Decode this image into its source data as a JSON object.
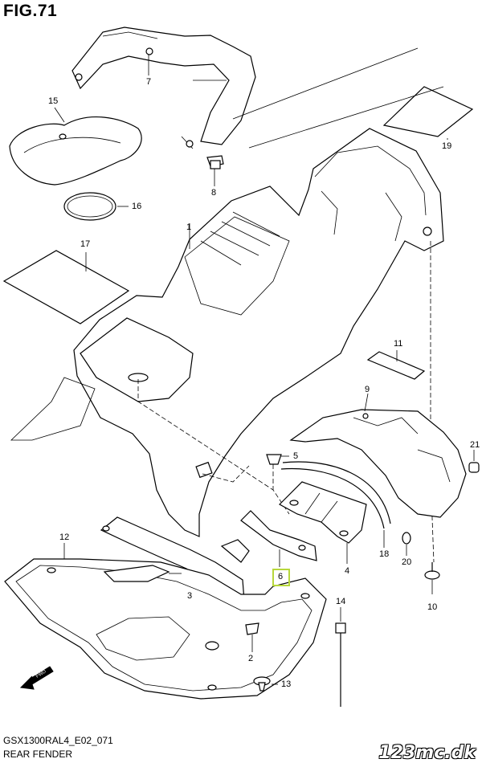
{
  "figure": {
    "title": "FIG.71",
    "model_code": "GSX1300RAL4_E02_071",
    "section_name": "REAR FENDER",
    "watermark": "123mc.dk",
    "highlight_color": "#b7d73b"
  },
  "callouts": [
    {
      "id": "1",
      "label": "1"
    },
    {
      "id": "2",
      "label": "2"
    },
    {
      "id": "3",
      "label": "3"
    },
    {
      "id": "4",
      "label": "4"
    },
    {
      "id": "5",
      "label": "5"
    },
    {
      "id": "6",
      "label": "6",
      "highlighted": true
    },
    {
      "id": "7",
      "label": "7"
    },
    {
      "id": "8",
      "label": "8"
    },
    {
      "id": "9",
      "label": "9"
    },
    {
      "id": "10",
      "label": "10"
    },
    {
      "id": "11",
      "label": "11"
    },
    {
      "id": "12",
      "label": "12"
    },
    {
      "id": "13",
      "label": "13"
    },
    {
      "id": "14",
      "label": "14"
    },
    {
      "id": "15",
      "label": "15"
    },
    {
      "id": "16",
      "label": "16"
    },
    {
      "id": "17",
      "label": "17"
    },
    {
      "id": "18",
      "label": "18"
    },
    {
      "id": "19",
      "label": "19"
    },
    {
      "id": "20",
      "label": "20"
    },
    {
      "id": "21",
      "label": "21"
    }
  ],
  "fwd_arrow": {
    "label": "FWD",
    "icon": "forward-arrow-icon"
  }
}
